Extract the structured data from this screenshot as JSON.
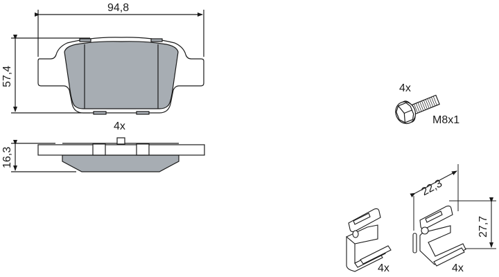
{
  "diagram": {
    "title": "",
    "colors": {
      "pad_fill": "#a7adb3",
      "line": "#1a1a1a",
      "background": "#ffffff"
    },
    "brake_pad": {
      "top_view": {
        "width_label": "94,8",
        "height_label": "57,4"
      },
      "side_view": {
        "thickness_label": "16,3",
        "quantity_label": "4x"
      }
    },
    "bolt": {
      "quantity_label": "4x",
      "thread_label": "M8x1"
    },
    "clips": [
      {
        "quantity_label": "4x"
      },
      {
        "quantity_label": "4x",
        "width_label": "22,3",
        "height_label": "27,7"
      }
    ]
  }
}
